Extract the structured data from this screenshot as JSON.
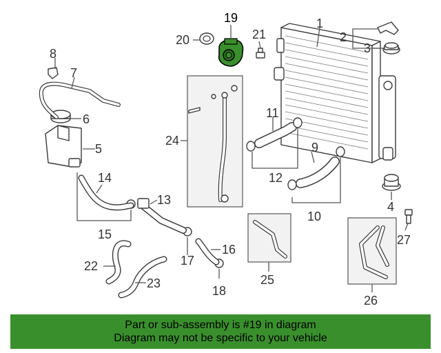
{
  "highlight_color": "#3a8f2d",
  "banner": {
    "line1": "Part or sub-assembly is #19 in diagram",
    "line2": "Diagram may not be specific to your vehicle"
  },
  "callouts": {
    "c1": "1",
    "c2": "2",
    "c3": "3",
    "c4": "4",
    "c5": "5",
    "c6": "6",
    "c7": "7",
    "c8": "8",
    "c9": "9",
    "c10": "10",
    "c11": "11",
    "c12": "12",
    "c13": "13",
    "c14": "14",
    "c15": "15",
    "c16": "16",
    "c17": "17",
    "c18": "18",
    "c19": "19",
    "c20": "20",
    "c21": "21",
    "c22": "22",
    "c23": "23",
    "c24": "24",
    "c25": "25",
    "c26": "26",
    "c27": "27"
  }
}
